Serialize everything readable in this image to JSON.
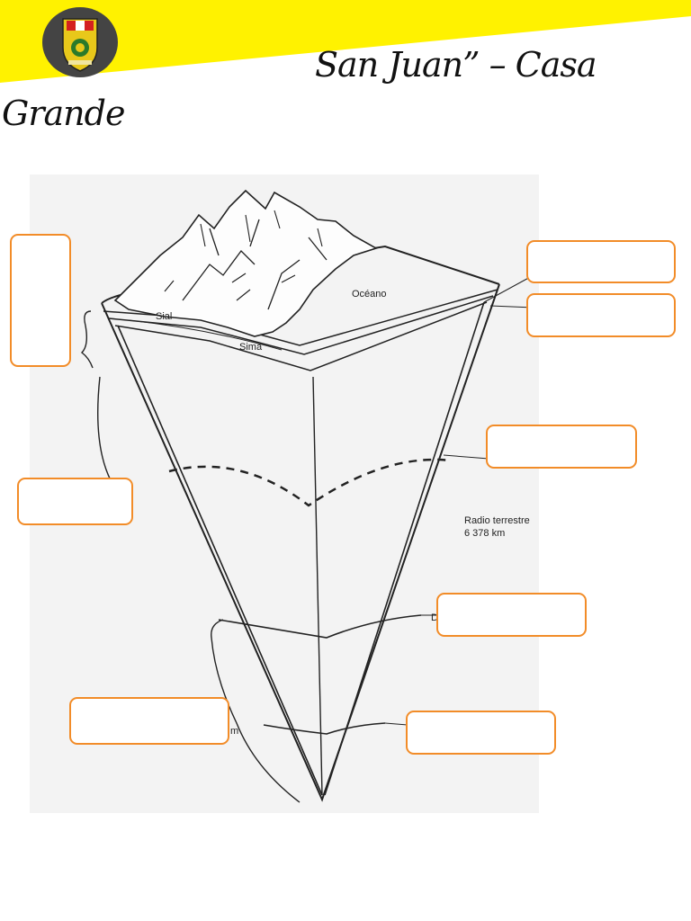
{
  "header": {
    "title_line1": "San Juan” – Casa",
    "title_line2": "Grande",
    "logo_icon": "school-crest-icon",
    "banner_color": "#fff200",
    "accent_color": "#f28c28"
  },
  "diagram": {
    "labels": {
      "oceano": "Océano",
      "sial": "Sial",
      "sima": "Sima",
      "radius_line1": "Radio terrestre",
      "radius_line2": "6 378 km",
      "d_fragment": "D",
      "m_fragment": "m"
    },
    "blank_boxes": 8
  }
}
